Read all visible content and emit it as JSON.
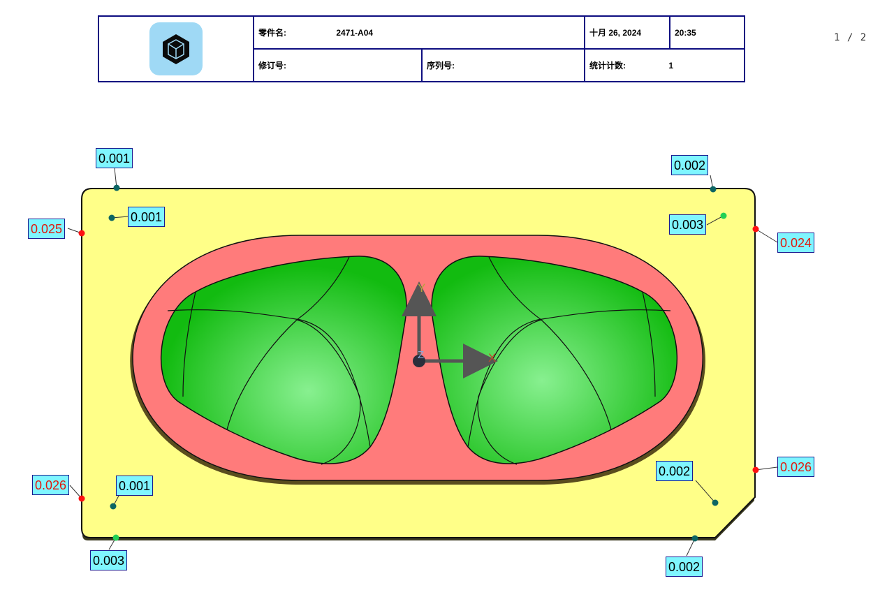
{
  "page": {
    "number": "1 / 2"
  },
  "header": {
    "logo": "cube-logo-icon",
    "part_name_label": "零件名:",
    "part_name_value": "2471-A04",
    "date": "十月 26, 2024",
    "time": "20:35",
    "revision_label": "修订号:",
    "serial_label": "序列号:",
    "count_label": "统计计数:",
    "count_value": "1"
  },
  "colors": {
    "plate": "#ffff88",
    "pocket": "#ff7b7b",
    "part": "#19cc12",
    "callout_bg": "#7ff6ff",
    "callout_border": "#1a1a90",
    "out_of_tol": "#e0190d"
  },
  "axes": {
    "x_label": "X",
    "y_label": "Y",
    "z_label": "Z"
  },
  "callouts": [
    {
      "id": "c1",
      "value": "0.001",
      "status": "ok"
    },
    {
      "id": "c2",
      "value": "0.001",
      "status": "ok"
    },
    {
      "id": "c3",
      "value": "0.025",
      "status": "out"
    },
    {
      "id": "c4",
      "value": "0.002",
      "status": "ok"
    },
    {
      "id": "c5",
      "value": "0.003",
      "status": "ok"
    },
    {
      "id": "c6",
      "value": "0.024",
      "status": "out"
    },
    {
      "id": "c7",
      "value": "0.026",
      "status": "out"
    },
    {
      "id": "c8",
      "value": "0.001",
      "status": "ok"
    },
    {
      "id": "c9",
      "value": "0.003",
      "status": "ok"
    },
    {
      "id": "c10",
      "value": "0.002",
      "status": "ok"
    },
    {
      "id": "c11",
      "value": "0.026",
      "status": "out"
    },
    {
      "id": "c12",
      "value": "0.002",
      "status": "ok"
    }
  ]
}
